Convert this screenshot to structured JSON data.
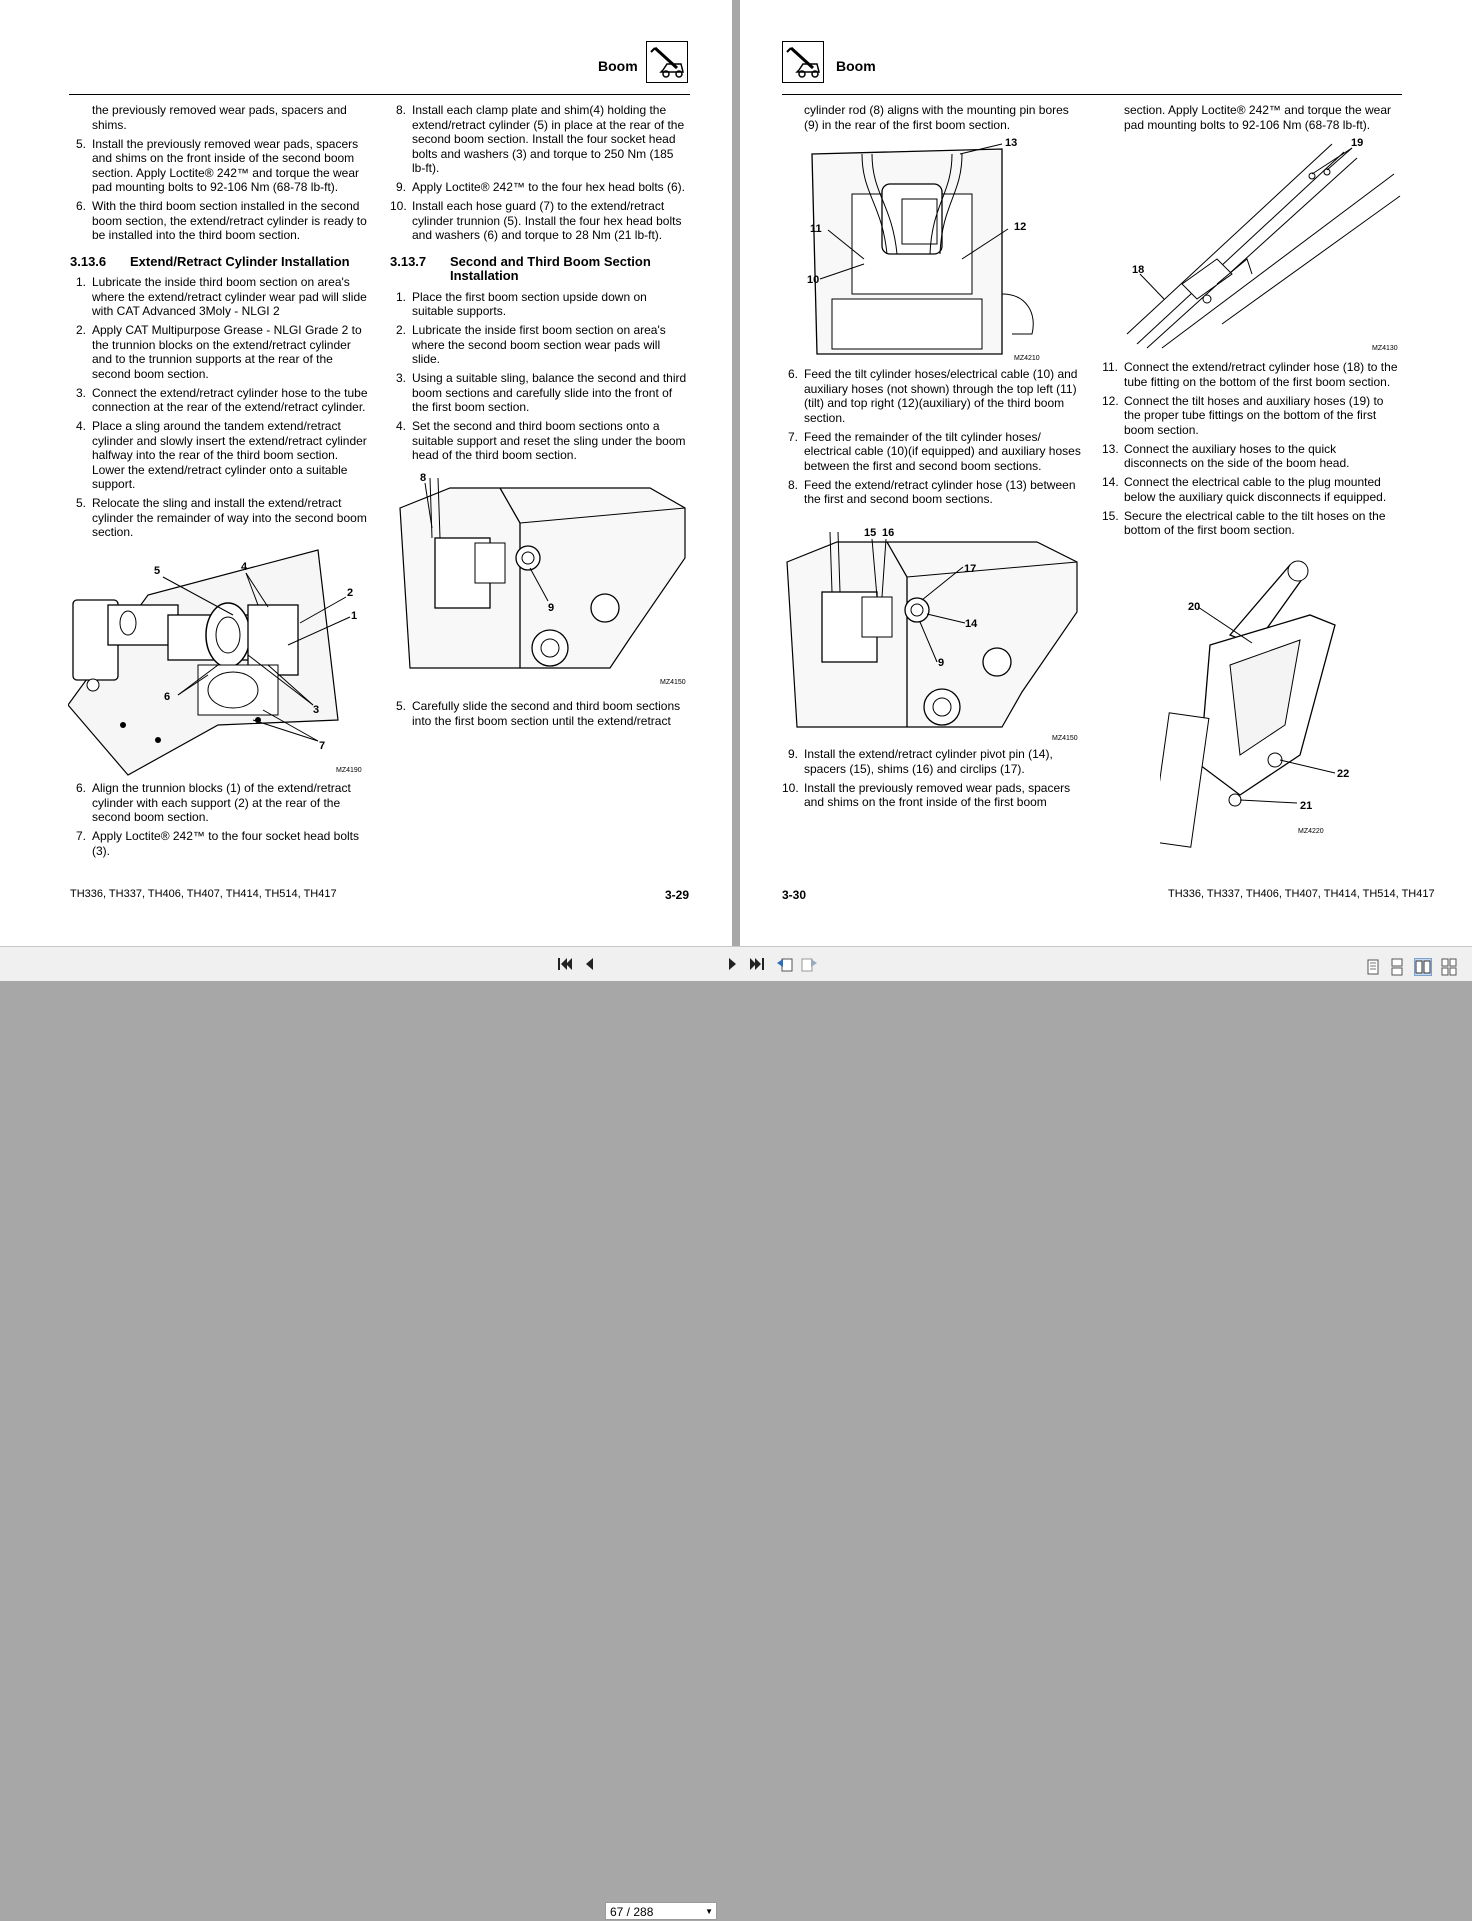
{
  "left": {
    "header": "Boom",
    "col1": {
      "items_a": [
        {
          "n": "",
          "t": "the previously removed wear pads, spacers and shims."
        },
        {
          "n": "5.",
          "t": "Install the previously removed wear pads, spacers and shims on the front inside of the second boom section. Apply Loctite® 242™ and torque the wear pad mounting bolts to 92-106 Nm (68-78 lb-ft)."
        },
        {
          "n": "6.",
          "t": "With the third boom section installed in the second boom section, the extend/retract cylinder is ready to be installed into the third boom section."
        }
      ],
      "section_num": "3.13.6",
      "section_title": "Extend/Retract Cylinder Installation",
      "items_b": [
        {
          "n": "1.",
          "t": "Lubricate the inside third boom section on area's where the extend/retract cylinder wear pad will slide with CAT Advanced 3Moly - NLGI 2"
        },
        {
          "n": "2.",
          "t": "Apply CAT Multipurpose Grease - NLGI Grade 2 to the trunnion blocks on the extend/retract cylinder and to the trunnion supports at the rear of the second boom section."
        },
        {
          "n": "3.",
          "t": "Connect the extend/retract cylinder hose to the tube connection at the rear of the extend/retract cylinder."
        },
        {
          "n": "4.",
          "t": "Place a sling around the tandem extend/retract cylinder and slowly insert the extend/retract cylinder halfway into the rear of the third boom section. Lower the extend/retract cylinder onto a suitable support."
        },
        {
          "n": "5.",
          "t": "Relocate the sling and install the extend/retract cylinder the remainder of way into the second boom section."
        }
      ],
      "figure_code": "MZ4190",
      "figure_callouts": [
        "5",
        "4",
        "2",
        "1",
        "6",
        "3",
        "7"
      ],
      "items_c": [
        {
          "n": "6.",
          "t": "Align the trunnion blocks (1) of the extend/retract cylinder with each support (2) at the rear of the second boom section."
        },
        {
          "n": "7.",
          "t": "Apply Loctite® 242™ to the four socket head bolts (3)."
        }
      ]
    },
    "col2": {
      "items_a": [
        {
          "n": "8.",
          "t": "Install each clamp plate and shim(4) holding the extend/retract cylinder (5) in place at the rear of the second boom section. Install the four socket head bolts and washers (3) and torque to 250 Nm (185 lb-ft)."
        },
        {
          "n": "9.",
          "t": "Apply Loctite® 242™ to the four hex head bolts (6)."
        },
        {
          "n": "10.",
          "t": "Install each hose guard (7) to the extend/retract cylinder trunnion (5). Install the four hex head bolts and washers (6) and torque to 28 Nm (21 lb-ft)."
        }
      ],
      "section_num": "3.13.7",
      "section_title": "Second and Third Boom Section Installation",
      "items_b": [
        {
          "n": "1.",
          "t": "Place the first boom section upside down on suitable supports."
        },
        {
          "n": "2.",
          "t": "Lubricate the inside first boom section on area's where the second boom section wear pads will slide."
        },
        {
          "n": "3.",
          "t": "Using a suitable sling, balance the second and third boom sections and carefully slide into the front of the first boom section."
        },
        {
          "n": "4.",
          "t": "Set the second and third boom sections onto a suitable support and reset the sling under the boom head of the third boom section."
        }
      ],
      "figure_code": "MZ4150",
      "figure_callouts": [
        "8",
        "9"
      ],
      "items_c": [
        {
          "n": "5.",
          "t": "Carefully slide the second and third boom sections into the first boom section until the extend/retract"
        }
      ]
    },
    "footer_models": "TH336, TH337, TH406, TH407, TH414, TH514, TH417",
    "page_number": "3-29"
  },
  "right": {
    "header": "Boom",
    "col1": {
      "items_a": [
        {
          "n": "",
          "t": "cylinder rod (8) aligns with the mounting pin bores (9) in the rear of the first boom section."
        }
      ],
      "figure_code": "MZ4210",
      "figure_callouts": [
        "13",
        "11",
        "12",
        "10"
      ],
      "items_b": [
        {
          "n": "6.",
          "t": "Feed the tilt cylinder hoses/electrical cable (10) and auxiliary hoses (not shown) through the top left (11)(tilt) and top right (12)(auxiliary) of the third boom section."
        },
        {
          "n": "7.",
          "t": "Feed the remainder of the tilt cylinder hoses/ electrical cable (10)(if equipped) and auxiliary hoses between the first and second boom sections."
        },
        {
          "n": "8.",
          "t": "Feed the extend/retract cylinder hose (13) between the first and second boom sections."
        }
      ],
      "figure2_code": "MZ4150",
      "figure2_callouts": [
        "15",
        "16",
        "17",
        "14",
        "9"
      ],
      "items_c": [
        {
          "n": "9.",
          "t": "Install the extend/retract cylinder pivot pin (14), spacers (15), shims (16) and circlips (17)."
        },
        {
          "n": "10.",
          "t": "Install the previously removed wear pads, spacers and shims on the front inside of the first boom"
        }
      ]
    },
    "col2": {
      "items_a": [
        {
          "n": "",
          "t": "section. Apply Loctite® 242™ and torque the wear pad mounting bolts to 92-106 Nm (68-78 lb-ft)."
        }
      ],
      "figure_code": "MZ4130",
      "figure_callouts": [
        "19",
        "18"
      ],
      "items_b": [
        {
          "n": "11.",
          "t": "Connect the extend/retract cylinder hose (18) to the tube fitting on the bottom of the first boom section."
        },
        {
          "n": "12.",
          "t": "Connect the tilt hoses and auxiliary hoses (19) to the proper tube fittings on the bottom of the first boom section."
        },
        {
          "n": "13.",
          "t": "Connect the auxiliary hoses to the quick disconnects on the side of the boom head."
        },
        {
          "n": "14.",
          "t": "Connect the electrical cable to the plug mounted below the auxiliary quick disconnects if equipped."
        },
        {
          "n": "15.",
          "t": "Secure the electrical cable to the tilt hoses on the bottom of the first boom section."
        }
      ],
      "figure2_code": "MZ4220",
      "figure2_callouts": [
        "20",
        "22",
        "21"
      ]
    },
    "footer_models": "TH336, TH337, TH406, TH407, TH414, TH514, TH417",
    "page_number": "3-30"
  },
  "toolbar": {
    "page_indicator": "67 / 288",
    "icons": [
      "first-page-icon",
      "previous-page-icon",
      "next-page-icon",
      "last-page-icon",
      "go-back-icon",
      "go-forward-icon",
      "single-page-view-icon",
      "continuous-view-icon",
      "two-page-view-icon",
      "two-page-continuous-view-icon"
    ]
  }
}
